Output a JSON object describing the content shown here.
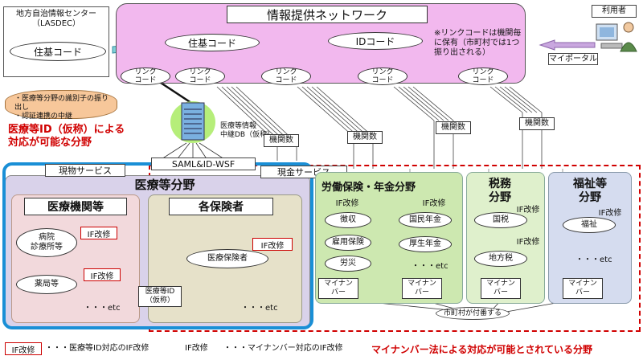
{
  "lasdec": {
    "title": "地方自治情報センター\n（LASDEC）",
    "jukicode": "住基コード"
  },
  "network": {
    "title": "情報提供ネットワーク",
    "jukicode": "住基コード",
    "idcode": "IDコード",
    "note": "※リンクコードは機関毎に保有（市町村では1つ振り出される）",
    "link_label": "リンク\nコード"
  },
  "user": {
    "label": "利用者",
    "myportal": "マイポータル"
  },
  "cloud_note": "・医療等分野の識別子の振り出し\n・認証連携の中継",
  "relay_db": "医療等情報\n中継DB（仮称）",
  "medical_id_note": "医療等ID（仮称）による\n対応が可能な分野",
  "kikansu": "機関数",
  "banners": {
    "genbutsu": "現物サービス",
    "saml": "SAML&ID-WSF",
    "genkin": "現金サービス"
  },
  "medical": {
    "title": "医療等分野",
    "institutions": "医療機関等",
    "hospital": "病院\n診療所等",
    "pharmacy": "薬局等",
    "insurers": "各保険者",
    "insurer_item": "医療保険者",
    "id_label": "医療等ID\n（仮称）",
    "etc": "・・・etc"
  },
  "labor": {
    "title": "労働保険・年金分野",
    "items": [
      "徴収",
      "雇用保険",
      "労災",
      "国民年金",
      "厚生年金"
    ],
    "etc": "・・・etc"
  },
  "tax": {
    "title": "税務\n分野",
    "items": [
      "国税",
      "地方税"
    ]
  },
  "welfare": {
    "title": "福祉等\n分野",
    "items": [
      "福祉"
    ],
    "etc": "・・・etc"
  },
  "if_label": "IF改修",
  "mynumber": "マイナン\nバー",
  "municipality_note": "市町村が付番する",
  "mynumber_law": "マイナンバー法による対応が可能とされている分野",
  "legend": {
    "boxed": "IF改修",
    "boxed_desc": "・・・医療等ID対応のIF改修",
    "plain": "IF改修",
    "plain_desc": "・・・マイナンバー対応のIF改修"
  },
  "colors": {
    "network_bg": "#f2b8ee",
    "medical_bg": "#d9d2ea",
    "labor_bg": "#cde8b0",
    "tax_bg": "#dff0cc",
    "welfare_bg": "#d5dcef",
    "blue_frame": "#1a8fd6",
    "red_frame": "#d00000"
  }
}
